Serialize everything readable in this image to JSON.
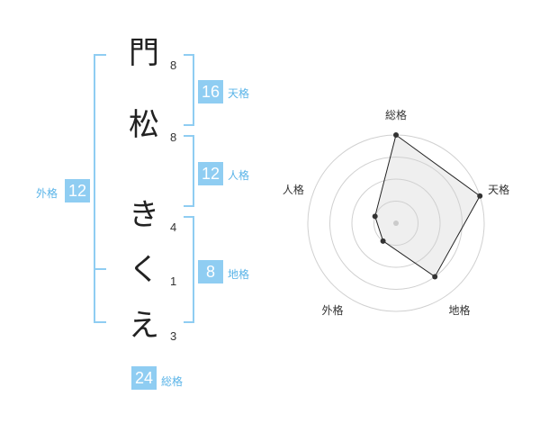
{
  "name": {
    "chars": [
      {
        "char": "門",
        "strokes": "8"
      },
      {
        "char": "松",
        "strokes": "8"
      },
      {
        "char": "き",
        "strokes": "4"
      },
      {
        "char": "く",
        "strokes": "1"
      },
      {
        "char": "え",
        "strokes": "3"
      }
    ]
  },
  "kakusu": {
    "tenkaku": {
      "label": "天格",
      "value": "16"
    },
    "jinkaku": {
      "label": "人格",
      "value": "12"
    },
    "chikaku": {
      "label": "地格",
      "value": "8"
    },
    "gaikaku": {
      "label": "外格",
      "value": "12"
    },
    "soukaku": {
      "label": "総格",
      "value": "24"
    }
  },
  "colors": {
    "accent": "#8fcdf2",
    "accent_text": "#5ab4e8"
  },
  "chart_data": {
    "type": "radar",
    "axes": [
      "総格",
      "天格",
      "地格",
      "外格",
      "人格"
    ],
    "values": [
      4,
      4,
      3,
      1,
      1
    ],
    "max": 4,
    "rings": 4
  }
}
